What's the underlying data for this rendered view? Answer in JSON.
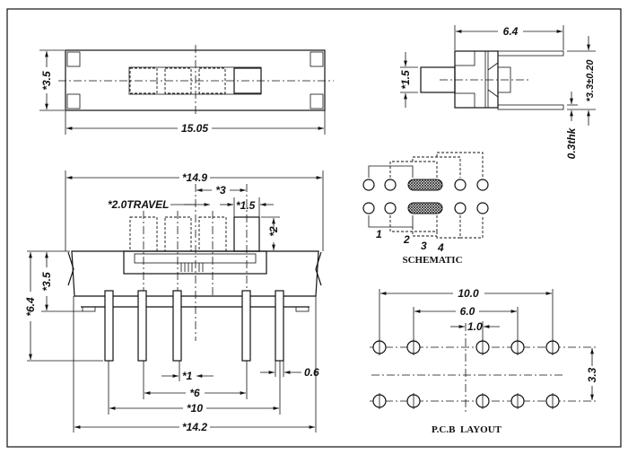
{
  "top_view": {
    "width_dim": "15.05",
    "height_dim": "*3.5"
  },
  "front_view": {
    "overall_width": "*14.9",
    "travel": "*2.0TRAVEL",
    "pitch_3": "*3",
    "knob_width": "*1.5",
    "knob_height": "*2",
    "total_height": "*6.4",
    "body_height": "*3.5",
    "pin_offset": "*1",
    "pin_span_6": "*6",
    "pin_span_10": "*10",
    "base_width": "*14.2",
    "pin_width": "0.6"
  },
  "side_view": {
    "depth": "6.4",
    "knob_dim": "*1.5",
    "pin_spacing": "*3.3±0.20",
    "pin_thickness": "0.3thk"
  },
  "schematic": {
    "title": "SCHEMATIC",
    "positions": [
      "1",
      "2",
      "3",
      "4"
    ]
  },
  "pcb_layout": {
    "title": "P.C.B  LAYOUT",
    "span_10": "10.0",
    "span_6": "6.0",
    "offset_1": "1.0",
    "row_spacing": "3.3"
  }
}
